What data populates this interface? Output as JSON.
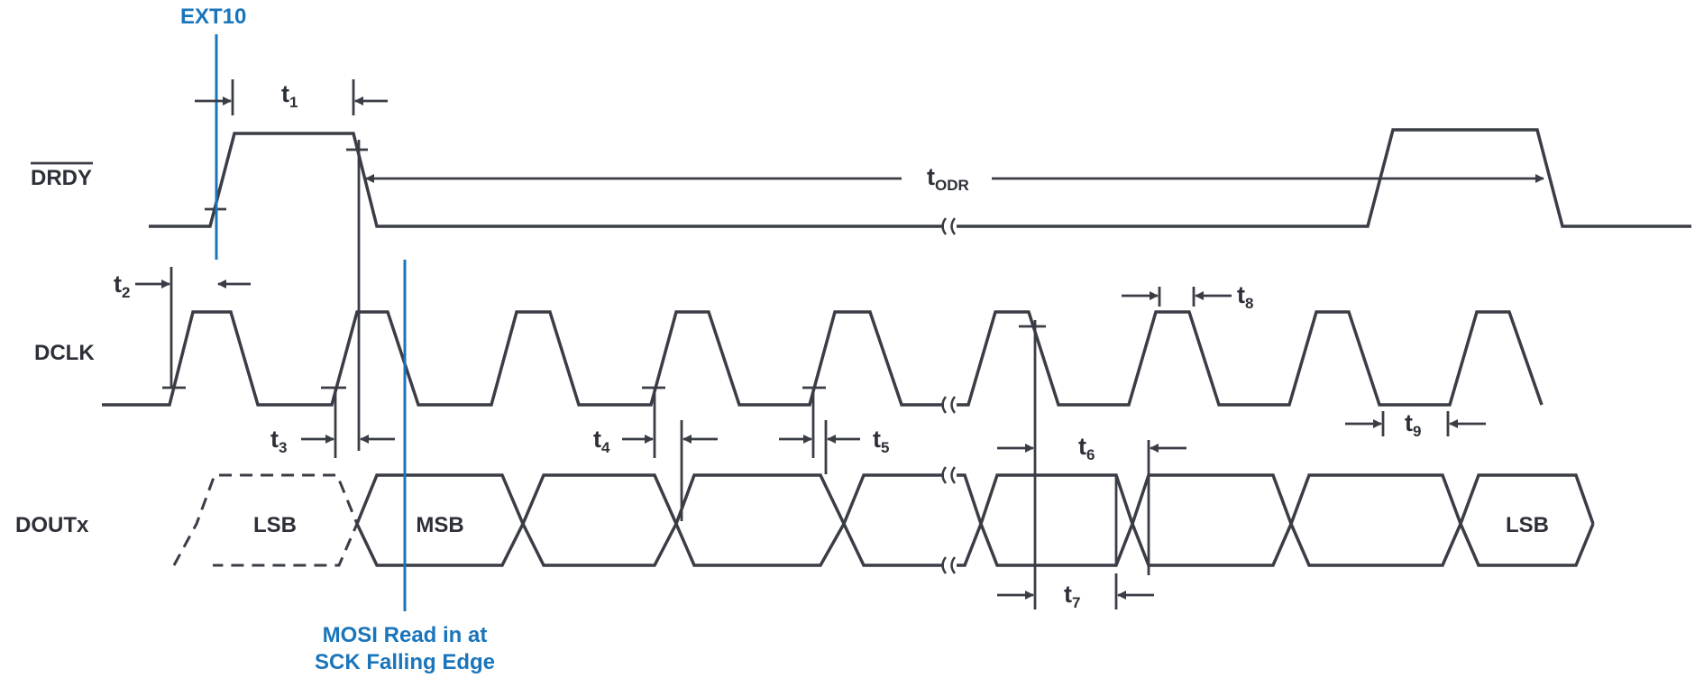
{
  "signals": {
    "drdy": "DRDY",
    "dclk": "DCLK",
    "dout": "DOUTx"
  },
  "annotations": {
    "ext10": "EXT10",
    "mosi_line1": "MOSI Read in at",
    "mosi_line2": "SCK Falling Edge"
  },
  "data_cells": {
    "lsb_prev": "LSB",
    "msb": "MSB",
    "lsb_last": "LSB"
  },
  "timing": {
    "t1": {
      "base": "t",
      "sub": "1"
    },
    "t2": {
      "base": "t",
      "sub": "2"
    },
    "t3": {
      "base": "t",
      "sub": "3"
    },
    "t4": {
      "base": "t",
      "sub": "4"
    },
    "t5": {
      "base": "t",
      "sub": "5"
    },
    "t6": {
      "base": "t",
      "sub": "6"
    },
    "t7": {
      "base": "t",
      "sub": "7"
    },
    "t8": {
      "base": "t",
      "sub": "8"
    },
    "t9": {
      "base": "t",
      "sub": "9"
    },
    "todr": {
      "base": "t",
      "sub": "ODR"
    }
  },
  "colors": {
    "waveform": "#3a3d45",
    "annotation_blue": "#1a75bb",
    "background": "#ffffff"
  }
}
